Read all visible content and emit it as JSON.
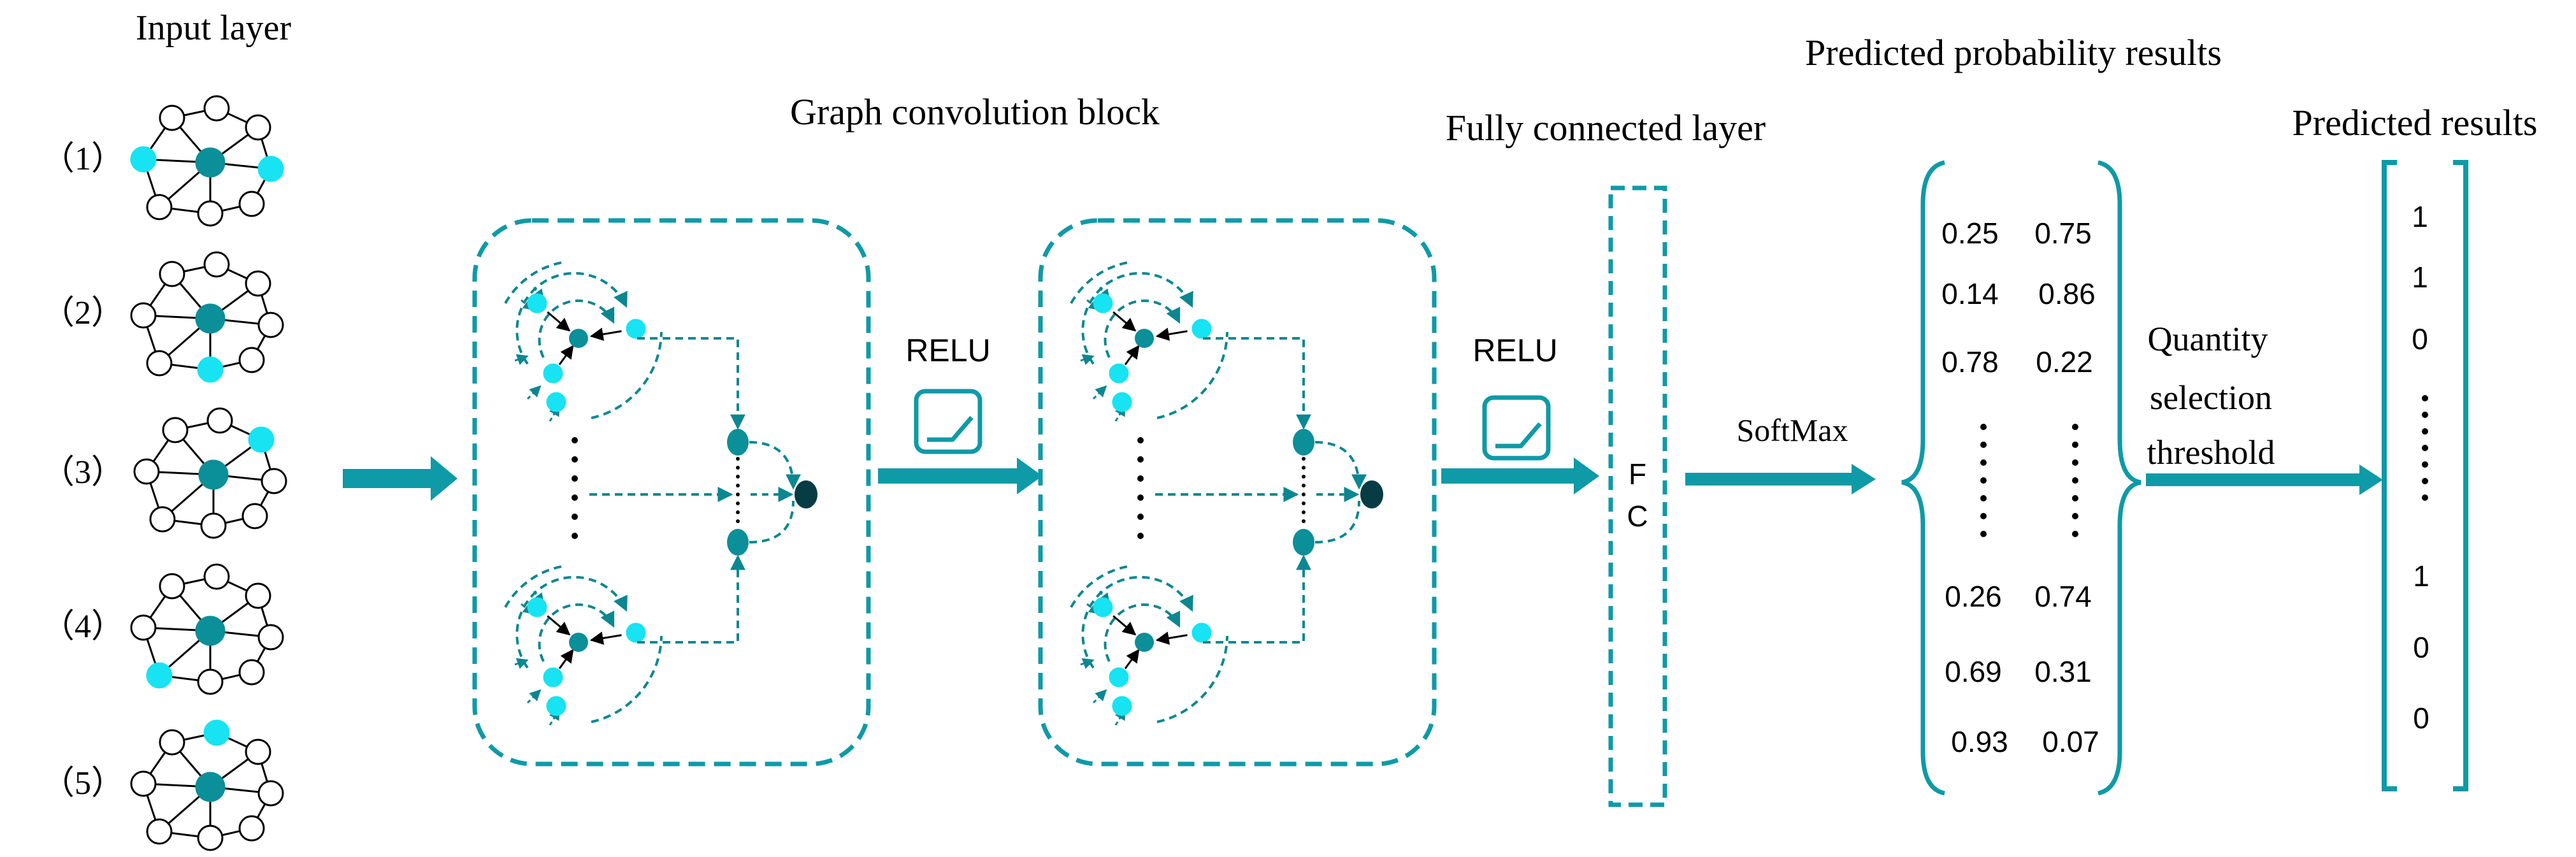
{
  "colors": {
    "teal": "#0e9aa7",
    "teal_dark": "#0b8791",
    "node_fill": "#0b8f99",
    "cyan_node": "#17e3f2",
    "output_node": "#073c44",
    "black": "#000000"
  },
  "input_layer": {
    "title": "Input layer",
    "graph_labels": [
      "（1）",
      "（2）",
      "（3）",
      "（4）",
      "（5）"
    ]
  },
  "graph_conv": {
    "title": "Graph convolution block",
    "activation_1": "RELU",
    "activation_2": "RELU"
  },
  "fc": {
    "title": "Fully connected layer",
    "letters": [
      "F",
      "C"
    ],
    "softmax_label": "SoftMax"
  },
  "probabilities": {
    "title": "Predicted probability results",
    "rows_top": [
      [
        "0.25",
        "0.75"
      ],
      [
        "0.14",
        "0.86"
      ],
      [
        "0.78",
        "0.22"
      ]
    ],
    "rows_bottom": [
      [
        "0.26",
        "0.74"
      ],
      [
        "0.69",
        "0.31"
      ],
      [
        "0.93",
        "0.07"
      ]
    ]
  },
  "threshold": {
    "lines": [
      "Quantity",
      "selection",
      "threshold"
    ]
  },
  "results": {
    "title": "Predicted results",
    "values_top": [
      "1",
      "1",
      "0"
    ],
    "values_bottom": [
      "1",
      "0",
      "0"
    ]
  }
}
